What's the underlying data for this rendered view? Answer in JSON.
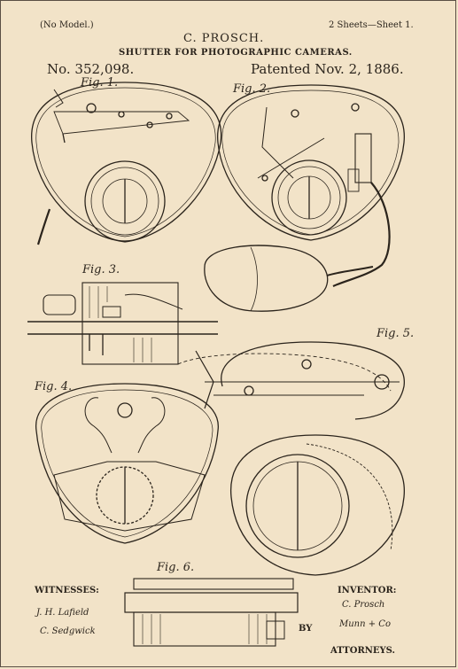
{
  "header": {
    "model": "(No Model.)",
    "sheets": "2 Sheets—Sheet 1.",
    "inventor_name": "C. PROSCH.",
    "title": "SHUTTER FOR PHOTOGRAPHIC CAMERAS.",
    "patent_no": "No. 352,098.",
    "patented": "Patented Nov. 2, 1886."
  },
  "figures": {
    "fig1": "Fig. 1.",
    "fig2": "Fig. 2.",
    "fig3": "Fig. 3.",
    "fig4": "Fig. 4.",
    "fig5": "Fig. 5.",
    "fig6": "Fig. 6."
  },
  "footer": {
    "witnesses_label": "WITNESSES:",
    "witness1": "J. H. Lafield",
    "witness2": "C. Sedgwick",
    "inventor_label": "INVENTOR:",
    "inventor_sig": "C. Prosch",
    "by": "BY",
    "attorney_sig": "Munn + Co",
    "attorneys_label": "ATTORNEYS."
  },
  "colors": {
    "paper": "#f2e3c8",
    "ink": "#2b241c"
  }
}
